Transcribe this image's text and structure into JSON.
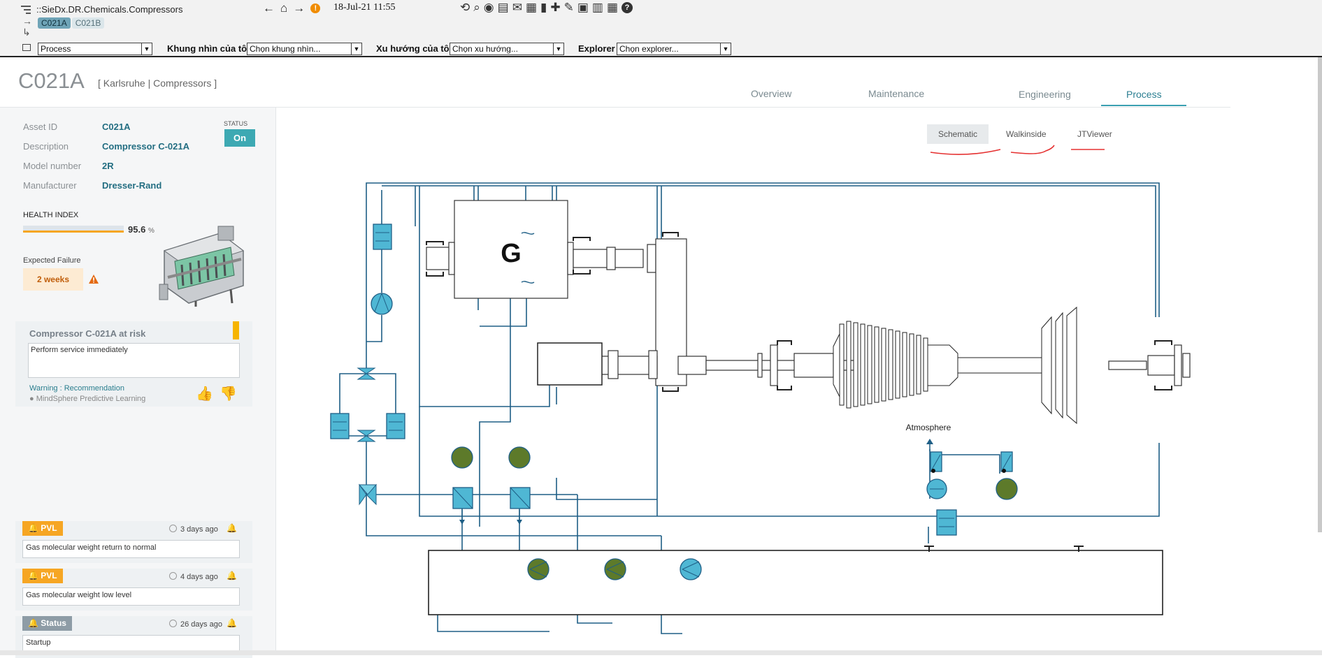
{
  "toolbar": {
    "path": "::SieDx.DR.Chemicals.Compressors",
    "crumbs": [
      "C021A",
      "C021B"
    ],
    "datetime": "18-Jul-21 11:55",
    "process_select": "Process",
    "my_views_label": "Khung nhìn của tôi",
    "my_views_placeholder": "Chọn khung nhìn...",
    "my_trends_label": "Xu hướng của tôi",
    "my_trends_placeholder": "Chọn xu hướng...",
    "explorer_label": "Explorer",
    "explorer_placeholder": "Chọn explorer..."
  },
  "header": {
    "title": "C021A",
    "path": "[ Karlsruhe | Compressors ]",
    "tabs": [
      "Overview",
      "Maintenance",
      "Engineering",
      "Process"
    ],
    "active_tab": "Process"
  },
  "asset": {
    "fields": [
      {
        "label": "Asset ID",
        "value": "C021A"
      },
      {
        "label": "Description",
        "value": "Compressor C-021A"
      },
      {
        "label": "Model number",
        "value": "2R"
      },
      {
        "label": "Manufacturer",
        "value": "Dresser-Rand"
      }
    ],
    "status_label": "STATUS",
    "status_value": "On",
    "health_label": "HEALTH INDEX",
    "health_value": "95.6",
    "health_unit": "%",
    "health_fraction": 0.956,
    "failure_label": "Expected Failure",
    "failure_value": "2 weeks"
  },
  "risk": {
    "title": "Compressor C-021A at risk",
    "text": "Perform service immediately",
    "warning": "Warning : Recommendation",
    "source": "MindSphere Predictive Learning"
  },
  "events": [
    {
      "badge": "PVL",
      "time": "3 days ago",
      "text": "Gas molecular weight return to normal",
      "color": "#f6a623"
    },
    {
      "badge": "PVL",
      "time": "4 days ago",
      "text": "Gas molecular weight low level",
      "color": "#f6a623"
    },
    {
      "badge": "Status",
      "time": "26 days ago",
      "text": "Startup",
      "color": "#8e9ca6"
    }
  ],
  "schematic": {
    "sub_tabs": [
      "Schematic",
      "Walkinside",
      "JTViewer"
    ],
    "active_sub_tab": "Schematic",
    "generator_label": "G",
    "atmosphere_label": "Atmosphere",
    "colors": {
      "line": "#1f5f86",
      "instrument": "#4fb7d4",
      "green": "#5d7a2a",
      "annotation": "#e53030"
    }
  }
}
